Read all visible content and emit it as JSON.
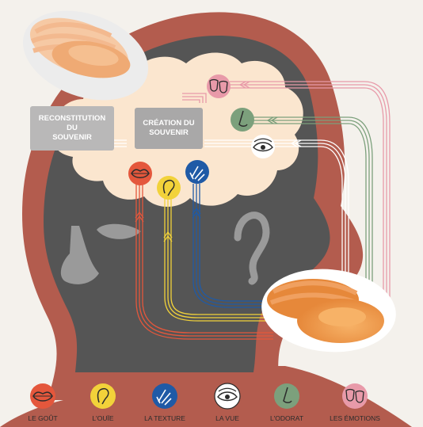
{
  "boxes": {
    "reconstitution": [
      "RECONSTITUTION",
      "DU",
      "SOUVENIR"
    ],
    "creation": [
      "CRÉATION DU",
      "SOUVENIR"
    ]
  },
  "legend": [
    {
      "label": "LE GOÛT",
      "icon": "lips-icon",
      "color": "#e4573c"
    },
    {
      "label": "L'OUÏE",
      "icon": "ear-icon",
      "color": "#f2d23a"
    },
    {
      "label": "LA TEXTURE",
      "icon": "hand-icon",
      "color": "#1f5aa6"
    },
    {
      "label": "LA VUE",
      "icon": "eye-icon",
      "color": "#ffffff"
    },
    {
      "label": "L'ODORAT",
      "icon": "nose-icon",
      "color": "#7ca07c"
    },
    {
      "label": "LES ÉMOTIONS",
      "icon": "masks-icon",
      "color": "#e89aa9"
    }
  ],
  "colors": {
    "head": "#b35c4e",
    "head_inner": "#555555",
    "brain": "#fbe6cf",
    "gout": "#e4573c",
    "ouie": "#f2d23a",
    "texture": "#1f5aa6",
    "vue": "#ffffff",
    "odorat": "#7ca07c",
    "emotions": "#e89aa9"
  }
}
